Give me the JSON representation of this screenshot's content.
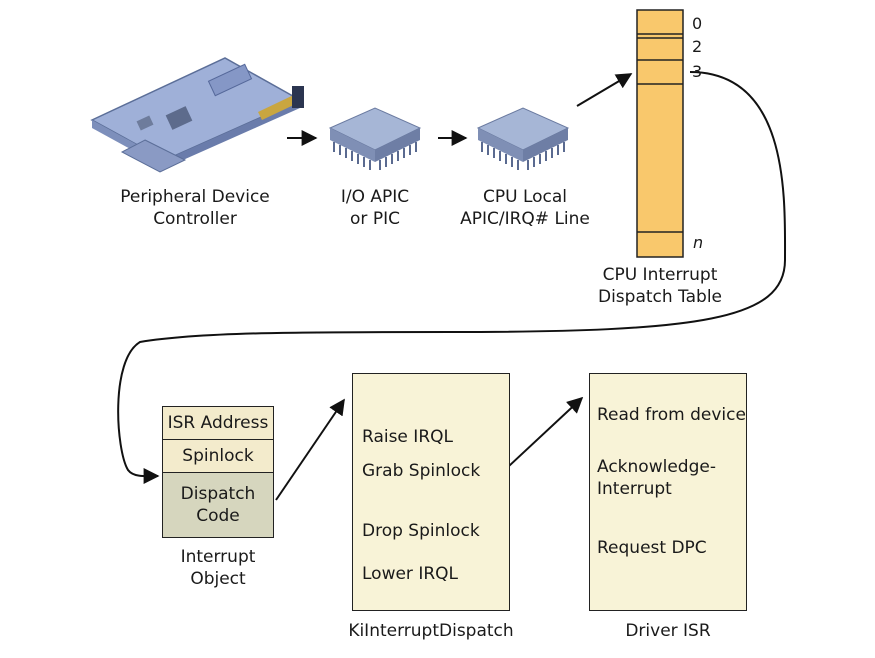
{
  "labels": {
    "peripheral": [
      "Peripheral Device",
      "Controller"
    ],
    "ioapic": [
      "I/O APIC",
      "or PIC"
    ],
    "cpu_local": [
      "CPU Local",
      "APIC/IRQ# Line"
    ],
    "idt": [
      "CPU Interrupt",
      "Dispatch Table"
    ],
    "interrupt_object": [
      "Interrupt",
      "Object"
    ],
    "ki_dispatch": "KiInterruptDispatch",
    "driver_isr": "Driver ISR"
  },
  "idt_indices": [
    "0",
    "2",
    "3",
    "n"
  ],
  "interrupt_object_fields": {
    "isr_address": "ISR Address",
    "spinlock": "Spinlock",
    "dispatch_code": [
      "Dispatch",
      "Code"
    ]
  },
  "ki_dispatch_steps": [
    "Raise IRQL",
    "Grab Spinlock",
    "Drop Spinlock",
    "Lower IRQL"
  ],
  "driver_isr_steps": {
    "read": "Read from device",
    "acknowledge": [
      "Acknowledge-",
      "Interrupt"
    ],
    "request_dpc": "Request DPC"
  },
  "colors": {
    "idt_fill": "#f9c86c",
    "board": "#9fb0d8",
    "chip": "#a6b6d6",
    "object_light": "#f3ebcc",
    "object_dark": "#d6d6be",
    "code_fill": "#f8f3d7"
  }
}
